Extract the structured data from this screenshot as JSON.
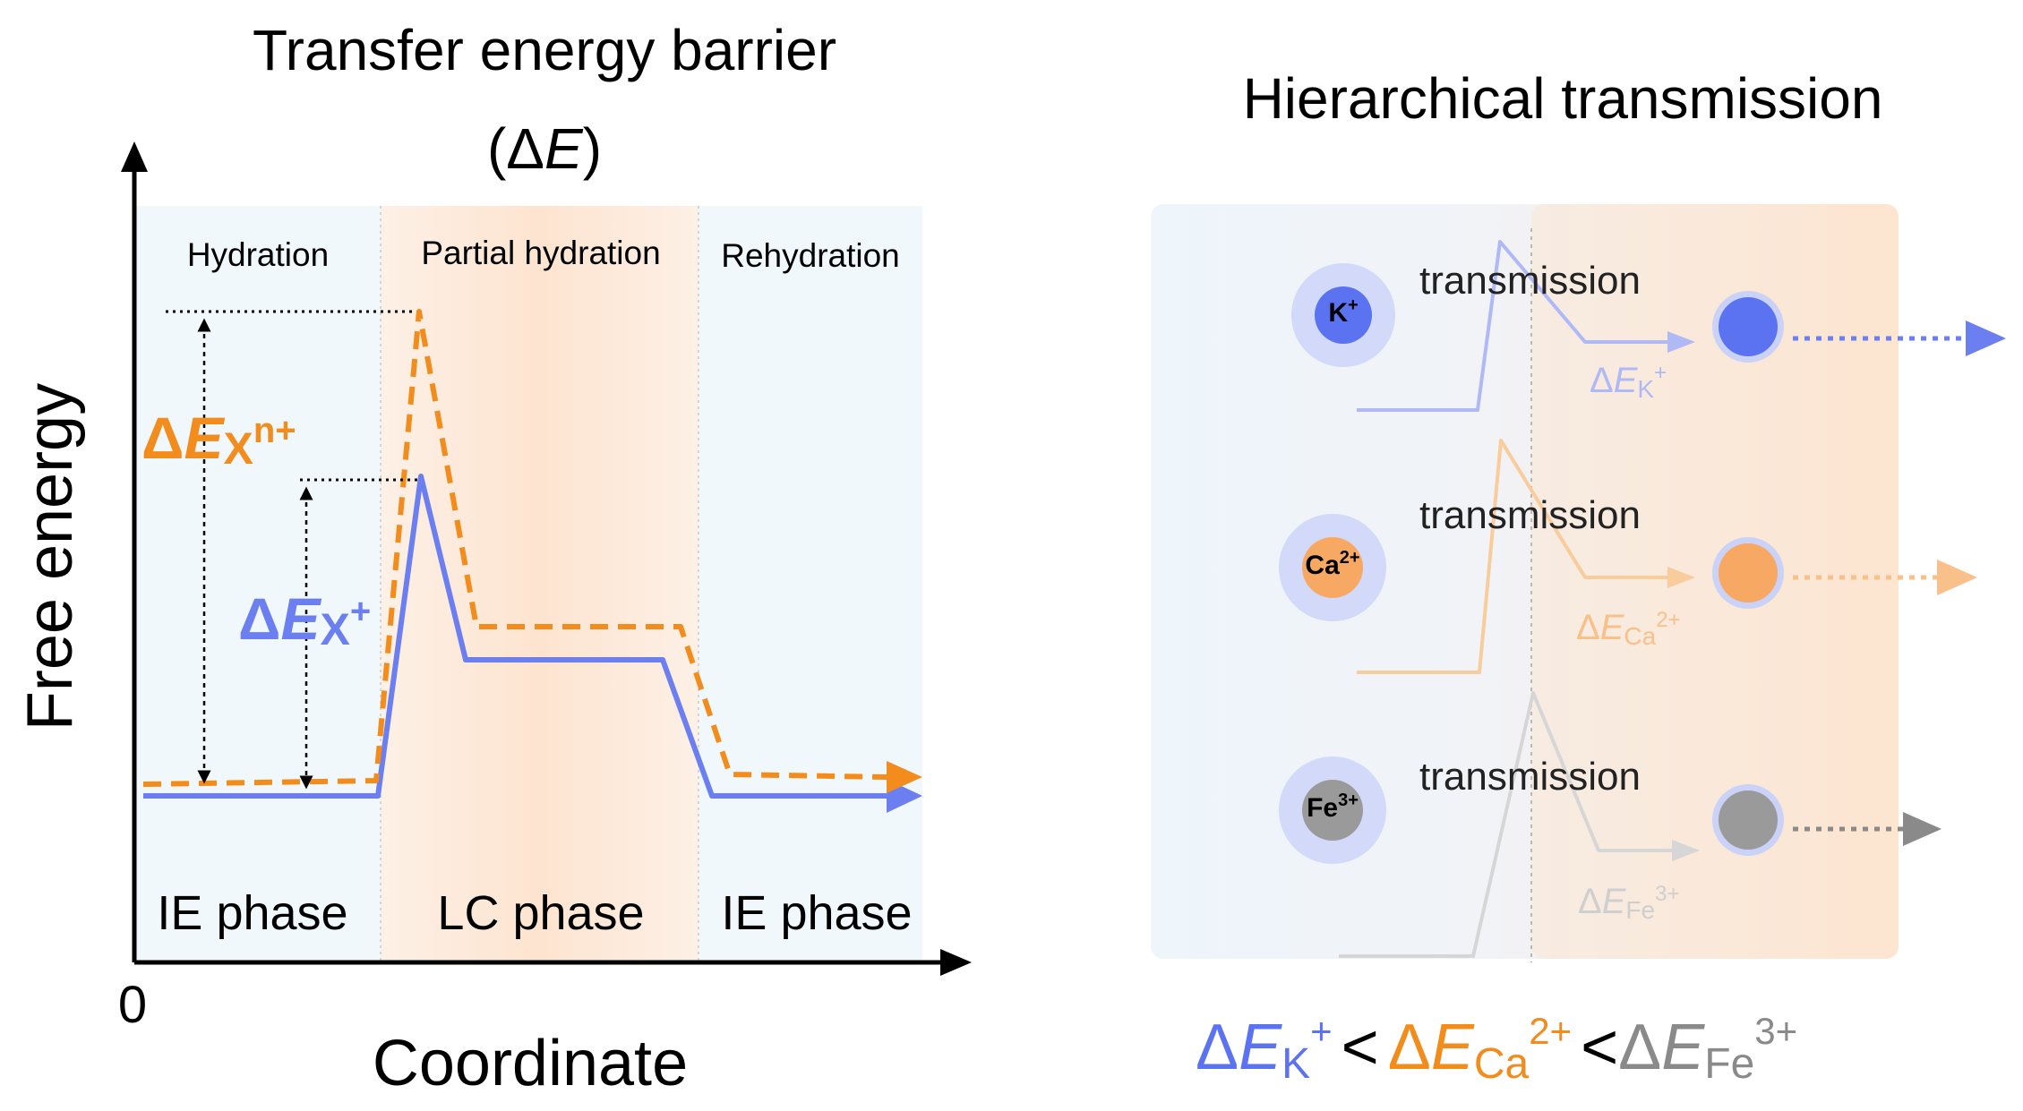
{
  "left_panel": {
    "title_line1": "Transfer energy barrier",
    "title_line2_open": "(Δ",
    "title_line2_italic": "E",
    "title_line2_close": ")",
    "y_axis_label": "Free energy",
    "x_axis_label": "Coordinate",
    "origin_label": "0",
    "regions_top": [
      "Hydration",
      "Partial hydration",
      "Rehydration"
    ],
    "regions_bottom": [
      "IE phase",
      "LC phase",
      "IE phase"
    ],
    "delta_xn": {
      "delta": "Δ",
      "E": "E",
      "sub": "X",
      "sup": "n+",
      "color": "#f28c1c"
    },
    "delta_x": {
      "delta": "Δ",
      "E": "E",
      "sub": "X",
      "sup": "+",
      "color": "#6b7ff0"
    }
  },
  "right_panel": {
    "title": "Hierarchical transmission",
    "rows": [
      {
        "ion": "K",
        "charge": "+",
        "label": "transmission",
        "sub": "K",
        "sup": "+",
        "color": "#5b73f0",
        "pale": "#aeb9f6"
      },
      {
        "ion": "Ca",
        "charge": "2+",
        "label": "transmission",
        "sub": "Ca",
        "sup": "2+",
        "color": "#f7a862",
        "pale": "#f9cc9c"
      },
      {
        "ion": "Fe",
        "charge": "3+",
        "label": "transmission",
        "sub": "Fe",
        "sup": "3+",
        "color": "#9a9a9a",
        "pale": "#cfcfcf"
      }
    ],
    "inequality": {
      "k": {
        "delta": "Δ",
        "E": "E",
        "sub": "K",
        "sup": "+",
        "color": "#5b73f0"
      },
      "lt1": "<",
      "ca": {
        "delta": "Δ",
        "E": "E",
        "sub": "Ca",
        "sup": "2+",
        "color": "#f28c1c"
      },
      "lt2": "<",
      "fe": {
        "delta": "Δ",
        "E": "E",
        "sub": "Fe",
        "sup": "3+",
        "color": "#8a8a8a"
      }
    }
  },
  "colors": {
    "orange": "#f28c1c",
    "blue": "#6b7ff0",
    "ink": "#000000"
  }
}
